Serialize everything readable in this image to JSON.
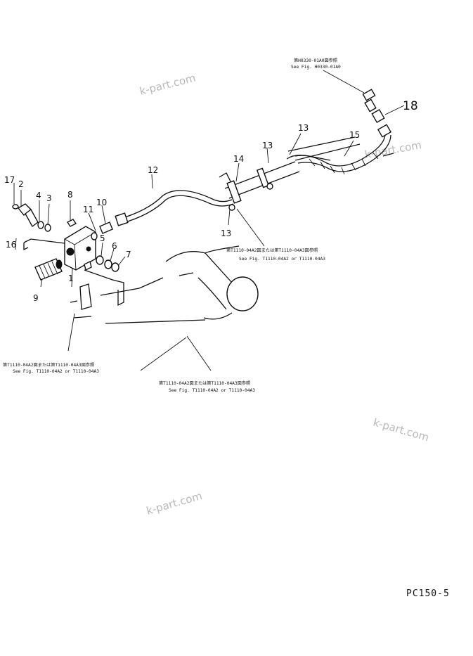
{
  "callouts": {
    "c1": "1",
    "c2": "2",
    "c3": "3",
    "c4": "4",
    "c5": "5",
    "c6": "6",
    "c7": "7",
    "c8": "8",
    "c9": "9",
    "c10": "10",
    "c11": "11",
    "c12": "12",
    "c13a": "13",
    "c13b": "13",
    "c13c": "13",
    "c14": "14",
    "c15": "15",
    "c16": "16",
    "c17": "17",
    "c18": "18"
  },
  "references": {
    "top_jp": "第H0330-01A0図参照",
    "top_en": "See Fig. H0330-01A0",
    "mid_jp": "第T1110-04A2図または第T1110-04A3図参照",
    "mid_en": "See Fig. T1110-04A2 or T1110-04A3",
    "left_jp": "第T1110-04A2図または第T1110-04A3図参照",
    "left_en": "See Fig. T1110-04A2 or T1110-04A3",
    "bottom_jp": "第T1110-04A2図または第T1110-04A3図参照",
    "bottom_en": "See Fig. T1110-04A2 or T1110-04A3"
  },
  "watermarks": {
    "w1": "k-part.com",
    "w2": "k-part.com",
    "w3": "k-part.com",
    "w4": "k-part.com"
  },
  "model_code": "PC150-5"
}
